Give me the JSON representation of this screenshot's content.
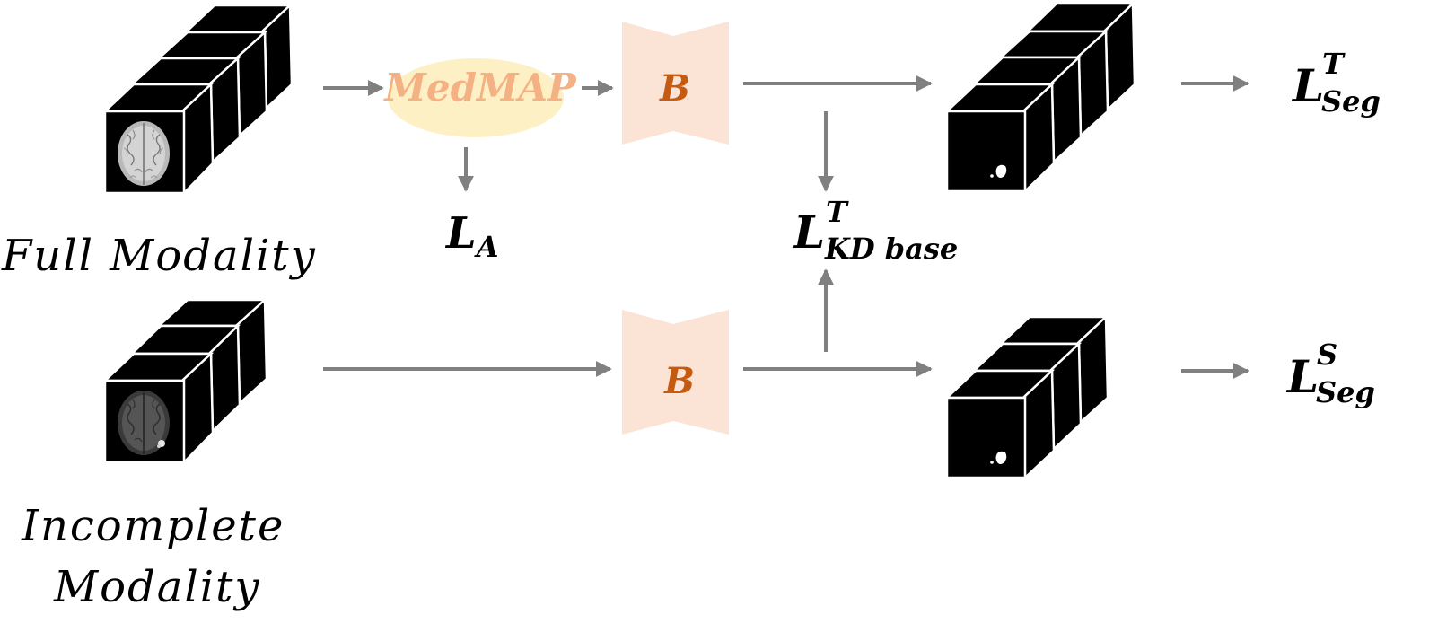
{
  "labels": {
    "full_modality": "Full Modality",
    "incomplete_line1": "Incomplete",
    "incomplete_line2": "Modality",
    "medmap": "MedMAP",
    "block_b_top": "B",
    "block_b_bottom": "B"
  },
  "losses": {
    "l_a": {
      "main": "L",
      "sub": "A"
    },
    "l_kd": {
      "main": "L",
      "sup": "T",
      "sub": "KD base"
    },
    "l_seg_teacher": {
      "main": "L",
      "sup": "T",
      "sub": "Seg"
    },
    "l_seg_student": {
      "main": "L",
      "sup": "S",
      "sub": "Seg"
    }
  },
  "colors": {
    "arrow": "#808080",
    "block_fill": "#fbe3d6",
    "block_text": "#c55a11",
    "medmap_ellipse": "#fdf0c4",
    "medmap_text": "#f4b183",
    "cube": "#000000",
    "cube_edge": "#ffffff"
  },
  "icons": {
    "full_input_stack": "cube-stack-brain-mri-bright",
    "incomplete_input_stack": "cube-stack-brain-mri-dark",
    "teacher_output_stack": "cube-stack-segmentation-mask",
    "student_output_stack": "cube-stack-segmentation-mask"
  }
}
